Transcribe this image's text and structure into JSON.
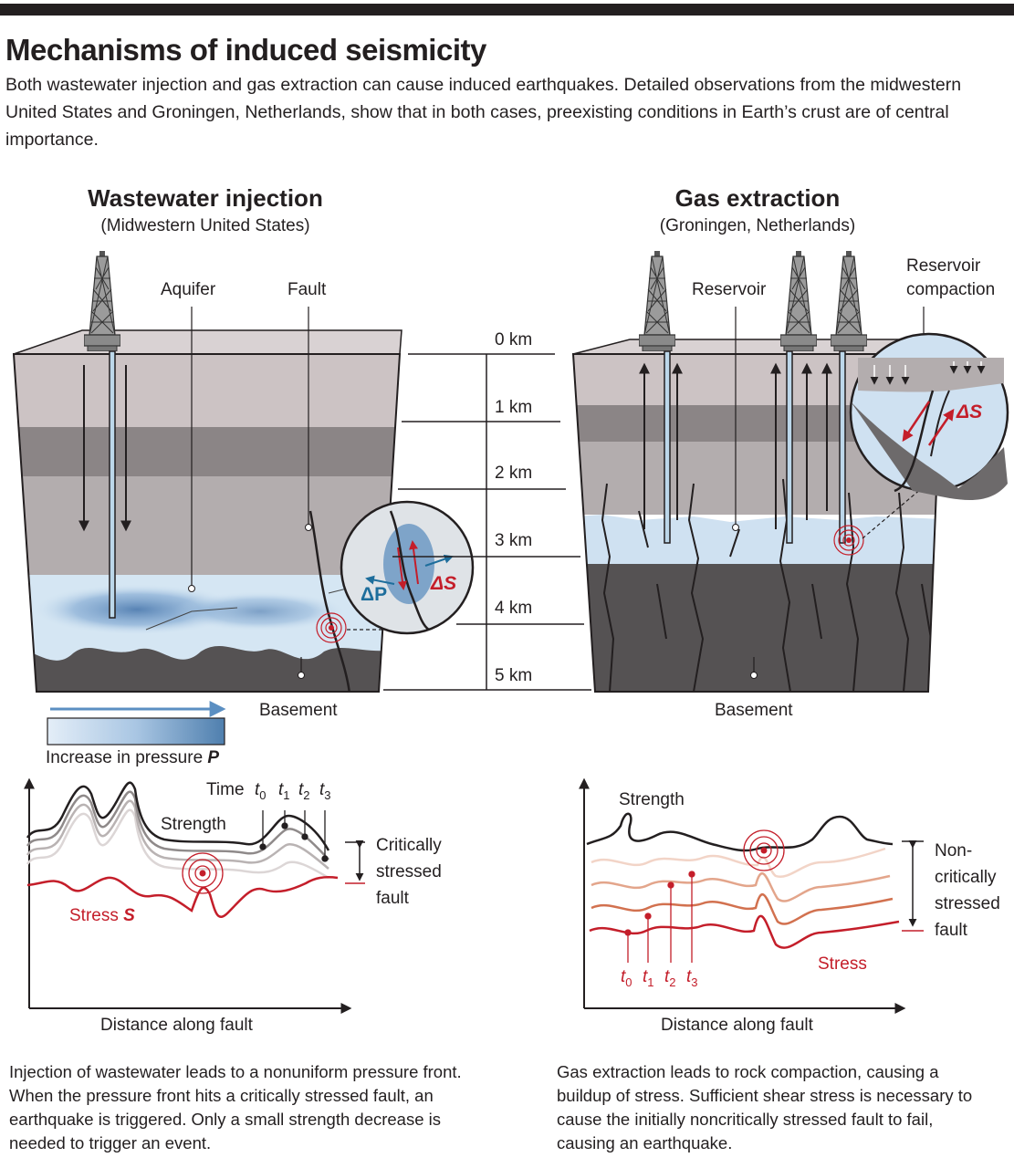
{
  "title": "Mechanisms of induced seismicity",
  "intro": "Both wastewater injection and gas extraction can cause induced earthquakes. Detailed observations from the midwestern United States and Groningen, Netherlands, show that in both cases, preexisting conditions in Earth’s crust are of central importance.",
  "left": {
    "title": "Wastewater injection",
    "subtitle": "(Midwestern United States)",
    "aquifer": "Aquifer",
    "fault": "Fault",
    "basement": "Basement",
    "delta_p": "ΔP",
    "delta_s": "ΔS",
    "legend": "Increase in pressure ",
    "legend_p": "P",
    "graph": {
      "time": "Time",
      "t_labels": [
        "t0",
        "t1",
        "t2",
        "t3"
      ],
      "strength": "Strength",
      "stress": "Stress ",
      "stress_s": "S",
      "status": [
        "Critically",
        "stressed",
        "fault"
      ],
      "xlabel": "Distance along fault"
    },
    "caption": "Injection of wastewater leads to a nonuniform pressure front. When the pressure front hits a critically stressed fault, an earthquake is triggered. Only a small strength decrease is needed to trigger an event."
  },
  "right": {
    "title": "Gas extraction",
    "subtitle": "(Groningen, Netherlands)",
    "reservoir": "Reservoir",
    "compaction": [
      "Reservoir",
      "compaction"
    ],
    "basement": "Basement",
    "delta_s": "ΔS",
    "graph": {
      "strength": "Strength",
      "stress": "Stress",
      "t_labels": [
        "t0",
        "t1",
        "t2",
        "t3"
      ],
      "status": [
        "Non-",
        "critically",
        "stressed",
        "fault"
      ],
      "xlabel": "Distance along fault"
    },
    "caption": "Gas extraction leads to rock compaction, causing a buildup of stress. Sufficient shear stress is necessary to cause the initially noncritically stressed fault to fail, causing an earthquake."
  },
  "depth_scale": [
    "0 km",
    "1 km",
    "2 km",
    "3 km",
    "4 km",
    "5 km"
  ],
  "colors": {
    "dark": "#231f20",
    "quake_red": "#c41e2a",
    "pressure_blue": "#4a7fb5",
    "aquifer": "#d5e6f3"
  }
}
